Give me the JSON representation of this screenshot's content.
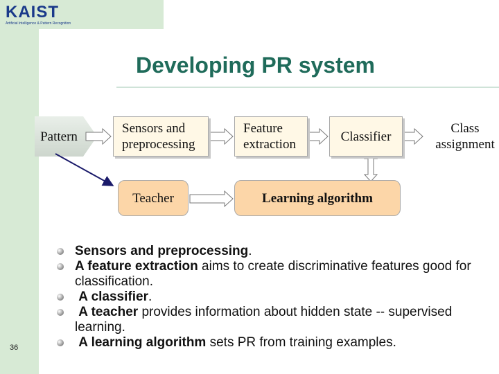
{
  "logo": {
    "text": "KAIST",
    "subtitle": "Artificial Intelligence & Pattern Recognition"
  },
  "title": "Developing PR system",
  "diagram": {
    "pattern": "Pattern",
    "sensors_line1": "Sensors and",
    "sensors_line2": "preprocessing",
    "feature_line1": "Feature",
    "feature_line2": "extraction",
    "classifier": "Classifier",
    "class_line1": "Class",
    "class_line2": "assignment",
    "teacher": "Teacher",
    "learning": "Learning algorithm"
  },
  "bullets": [
    {
      "bold": "Sensors and preprocessing",
      "rest": "."
    },
    {
      "bold": "A feature extraction",
      "rest": " aims to create discriminative features good for classification."
    },
    {
      "bold": "A classifier",
      "rest": "."
    },
    {
      "bold": "A teacher",
      "rest": " provides information about hidden state -- supervised learning."
    },
    {
      "bold": "A learning algorithm",
      "rest": " sets PR from training examples."
    }
  ],
  "page_number": "36",
  "colors": {
    "title": "#1f6b5a",
    "green_band": "#d7ead5",
    "box_fill": "#fff8e6",
    "box_orange": "#fcd6a8"
  }
}
